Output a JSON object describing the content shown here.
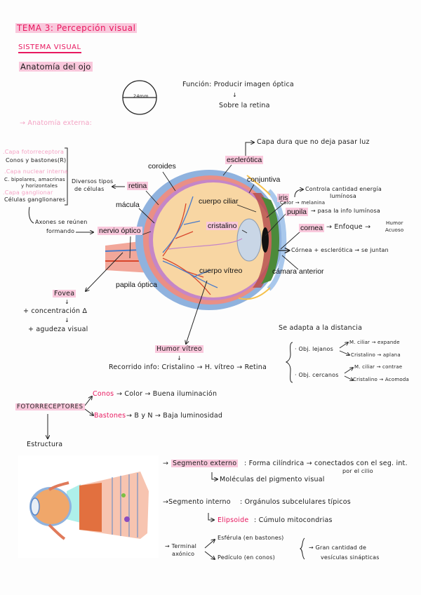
{
  "header": {
    "title": "TEMA 3: Percepción visual",
    "section": "SISTEMA VISUAL",
    "subsection": "Anatomía del ojo"
  },
  "eye_size": {
    "diameter_label": "24mm"
  },
  "function_note": {
    "line1": "Función: Producir imagen óptica",
    "arrow": "↓",
    "line2": "Sobre la retina"
  },
  "external_anatomy": {
    "label": "→ Anatomía externa:"
  },
  "retina_layers": {
    "layers": [
      {
        "name": ".Capa fotorreceptora",
        "desc": "Conos y bastones(R)"
      },
      {
        "name": ".Capa nuclear interna",
        "desc": "C. bipolares, amacrinas",
        "desc2": "y horizontales"
      },
      {
        "name": ".Capa ganglionar",
        "desc": "Células ganglionares"
      }
    ],
    "bracket_note_1": "Diversos tipos",
    "bracket_note_2": "de células",
    "axon_note_1": "Axones se reúnen",
    "axon_note_2": "formando"
  },
  "diagram_labels": {
    "coroides": "coroides",
    "esclerotica": "esclerótica",
    "conjuntiva": "conjuntiva",
    "retina": "retina",
    "macula": "mácula",
    "nervio_optico": "nervio óptico",
    "cuerpo_ciliar": "cuerpo ciliar",
    "cristalino": "cristalino",
    "iris": "iris",
    "pupila": "pupila",
    "cornea": "cornea",
    "cuerpo_vitreo": "cuerpo vítreo",
    "camara_anterior": "cámara anterior",
    "papila_optica": "papila óptica"
  },
  "annotations": {
    "esclerotica_note": "Capa dura que no deja pasar luz",
    "iris_note_1": "Controla cantidad energía",
    "iris_note_2": "lumínosa",
    "iris_color": "Color → melanina",
    "pupila_note": "→ pasa la info lumínosa",
    "cornea_note": "→ Enfoque →",
    "cornea_humor_1": "Humor",
    "cornea_humor_2": "Acuoso",
    "union_note": "Córnea + esclerótica → se juntan"
  },
  "fovea": {
    "label": "Fovea",
    "arrow": "↓",
    "line1": "+ concentración ∆",
    "line2": "+ agudeza visual"
  },
  "humor_vitreo": {
    "label": "Humor vítreo",
    "arrow": "↓",
    "path": "Recorrido info: Cristalino → H. vítreo → Retina"
  },
  "accommodation": {
    "title": "Se adapta a la distancia",
    "far": {
      "label": "· Obj. lejanos",
      "a": "M. ciliar → expande",
      "b": "Cristalino → aplana"
    },
    "near": {
      "label": "· Obj. cercanos",
      "a": "M. ciliar → contrae",
      "b": "Cristalino → Acomoda"
    }
  },
  "photoreceptors": {
    "label": "FOTORRECEPTORES",
    "conos": {
      "name": "Conos",
      "desc": "→ Color → Buena iluminación"
    },
    "bastones": {
      "name": "Bastones",
      "desc": "→ B y N → Baja luminosidad"
    },
    "structure": "Estructura"
  },
  "structure": {
    "outer": {
      "label": "Segmento externo",
      "desc": ": Forma cilíndrica → conectados con el seg. int.",
      "desc2": "por el cilio",
      "sub": "Moléculas del pigmento visual"
    },
    "inner": {
      "label": "→Segmento interno",
      "desc": ": Orgánulos subcelulares típicos",
      "elipsoide": "Elipsoide",
      "elipsoide_desc": ": Cúmulo mitocondrias"
    },
    "terminal": {
      "label_1": "→ Terminal",
      "label_2": "axónico",
      "a": "Esférula (en bastones)",
      "b": "Pedículo (en conos)",
      "result_1": "→ Gran cantidad de",
      "result_2": "vesículas sinápticas"
    }
  }
}
